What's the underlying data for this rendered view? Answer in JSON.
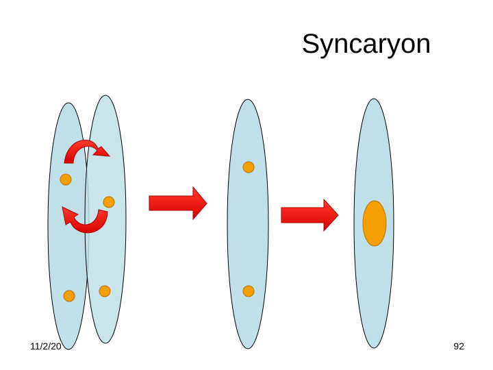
{
  "slide": {
    "title": "Syncaryon",
    "date": "11/2/20",
    "page_number": "92"
  },
  "colors": {
    "cell_fill": "#bfe0e6",
    "nucleus_fill": "#f5a000",
    "nucleus_stroke": "#b8740a",
    "arrow_fill": "#ee1111",
    "arrow_stroke": "#aa0000",
    "outline": "#000000"
  },
  "icons": [
    "rotate-arrow-icon",
    "right-arrow-icon"
  ]
}
